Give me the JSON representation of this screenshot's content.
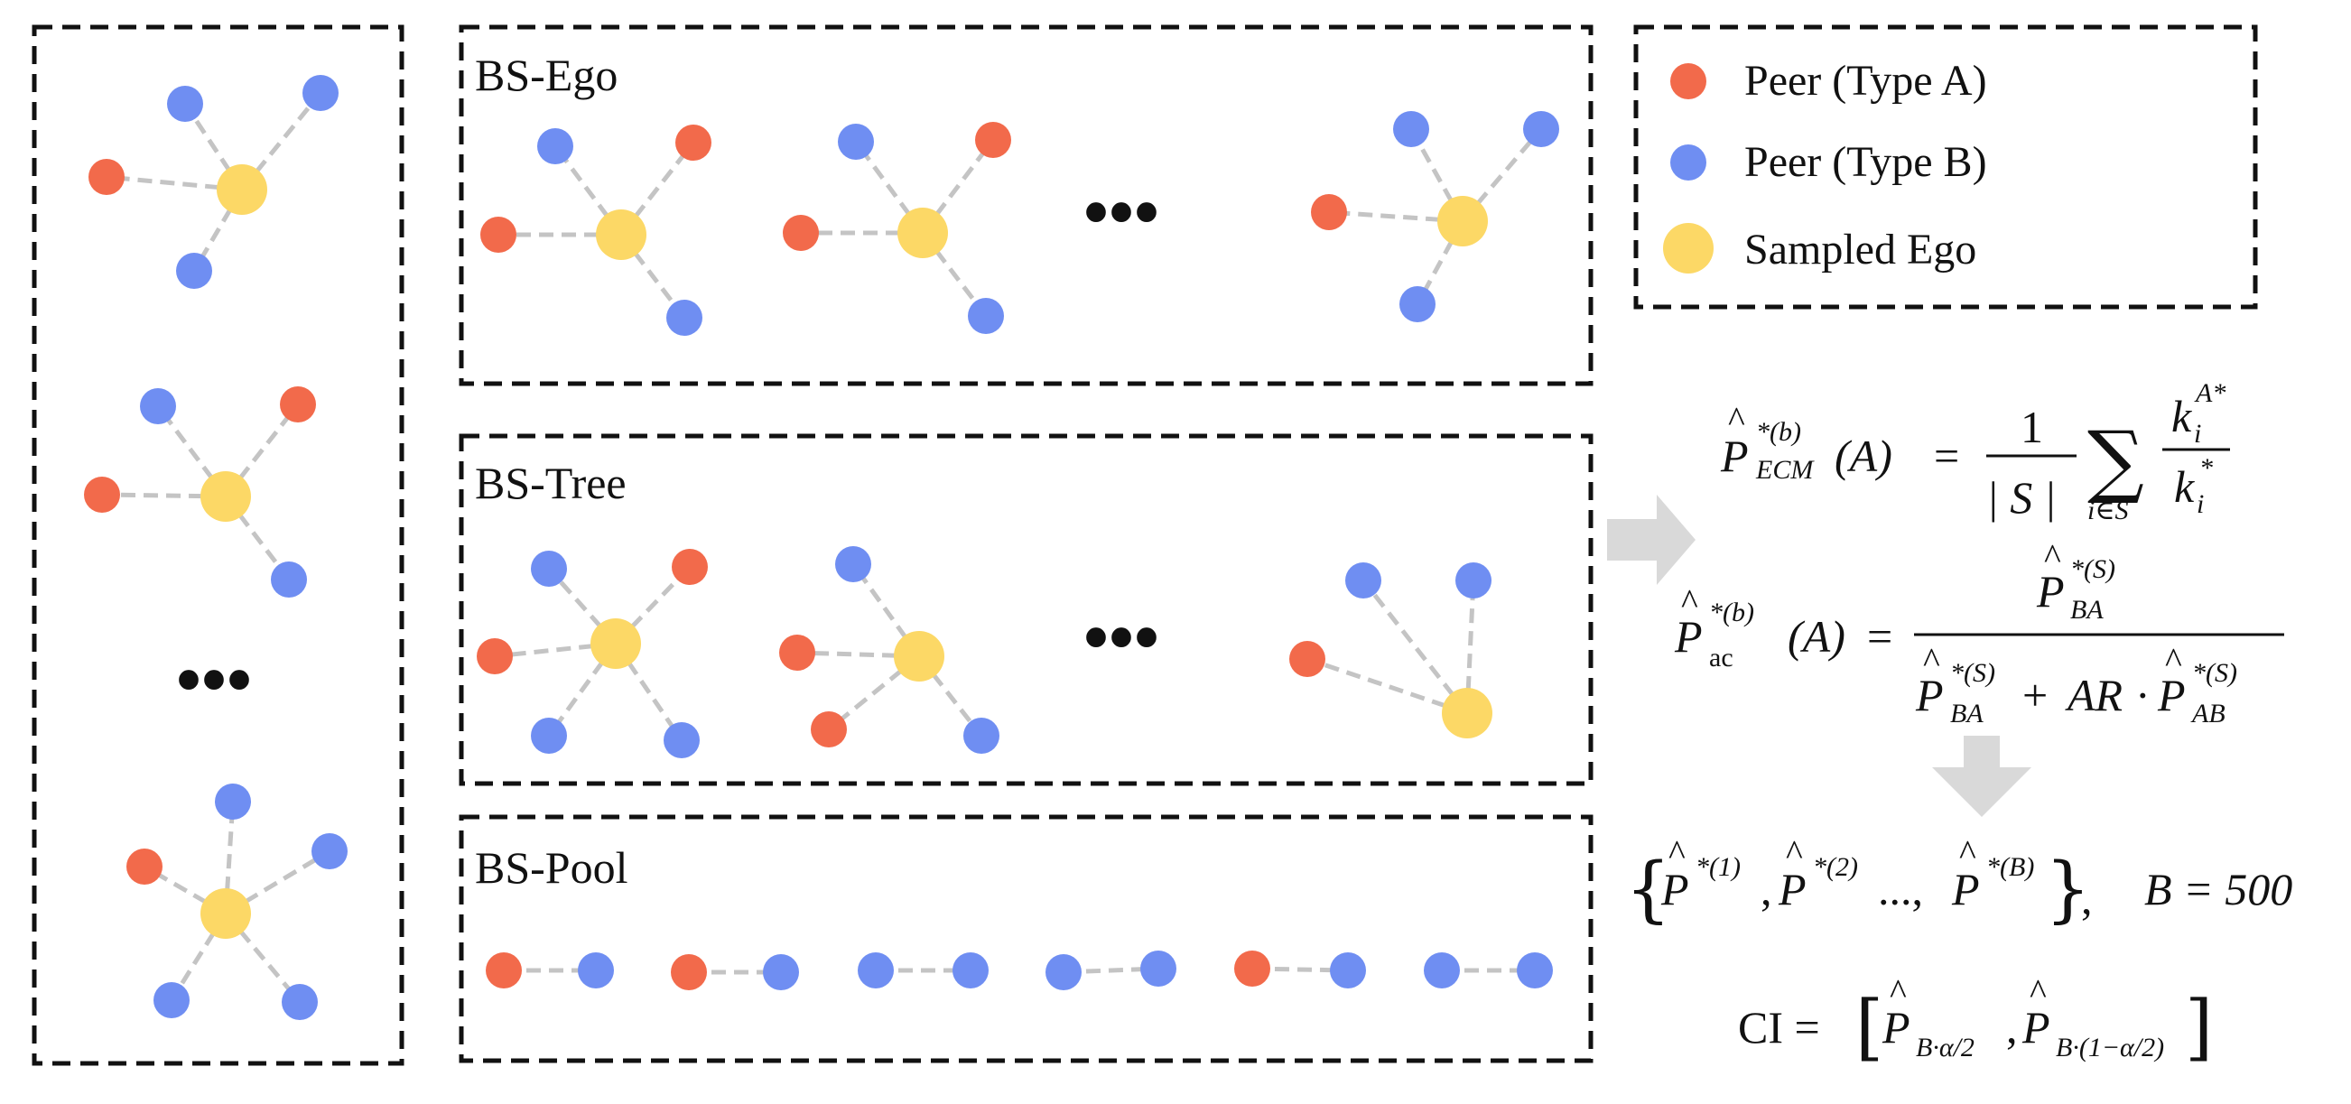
{
  "panels": {
    "ego_label": "BS-Ego",
    "tree_label": "BS-Tree",
    "pool_label": "BS-Pool",
    "ellipsis": "•••"
  },
  "legend": {
    "items": [
      {
        "label": "Peer (Type A)",
        "color": "#f26a4b"
      },
      {
        "label": "Peer (Type B)",
        "color": "#6f8ef2"
      },
      {
        "label": "Sampled Ego",
        "color": "#fcd866"
      }
    ]
  },
  "colors": {
    "type_a": "#f26a4b",
    "type_b": "#6f8ef2",
    "ego": "#fcd866",
    "edge": "#c4c4c4",
    "arrow": "#d9d9d9"
  },
  "formulas": {
    "ecm": {
      "lhs_base": "P",
      "lhs_sup": "*(b)",
      "lhs_sub": "ECM",
      "arg": "(A)",
      "equals": "=",
      "one": "1",
      "denom": "| S |",
      "sum_sub": "i∈S",
      "num_k": "k",
      "num_sub": "i",
      "num_sup": "A*",
      "den_k": "k",
      "den_sub": "i",
      "den_sup": "*"
    },
    "ac": {
      "lhs_base": "P",
      "lhs_sup": "*(b)",
      "lhs_sub": "ac",
      "arg": "(A)",
      "equals": "=",
      "num_base": "P",
      "num_sup": "*(S)",
      "num_sub": "BA",
      "den1_base": "P",
      "den1_sup": "*(S)",
      "den1_sub": "BA",
      "plus": "+",
      "ar": "AR",
      "dot": "·",
      "den2_base": "P",
      "den2_sup": "*(S)",
      "den2_sub": "AB"
    },
    "set": {
      "p1_sup": "*(1)",
      "p2_sup": "*(2)",
      "pb_sup": "*(B)",
      "base": "P",
      "sep": ",",
      "dots": "...,",
      "b_eq": "B = 500"
    },
    "ci": {
      "lhs": "CI =",
      "base": "P",
      "sub1": "B·α/2",
      "sub2": "B·(1−α/2)",
      "sep": ","
    }
  }
}
